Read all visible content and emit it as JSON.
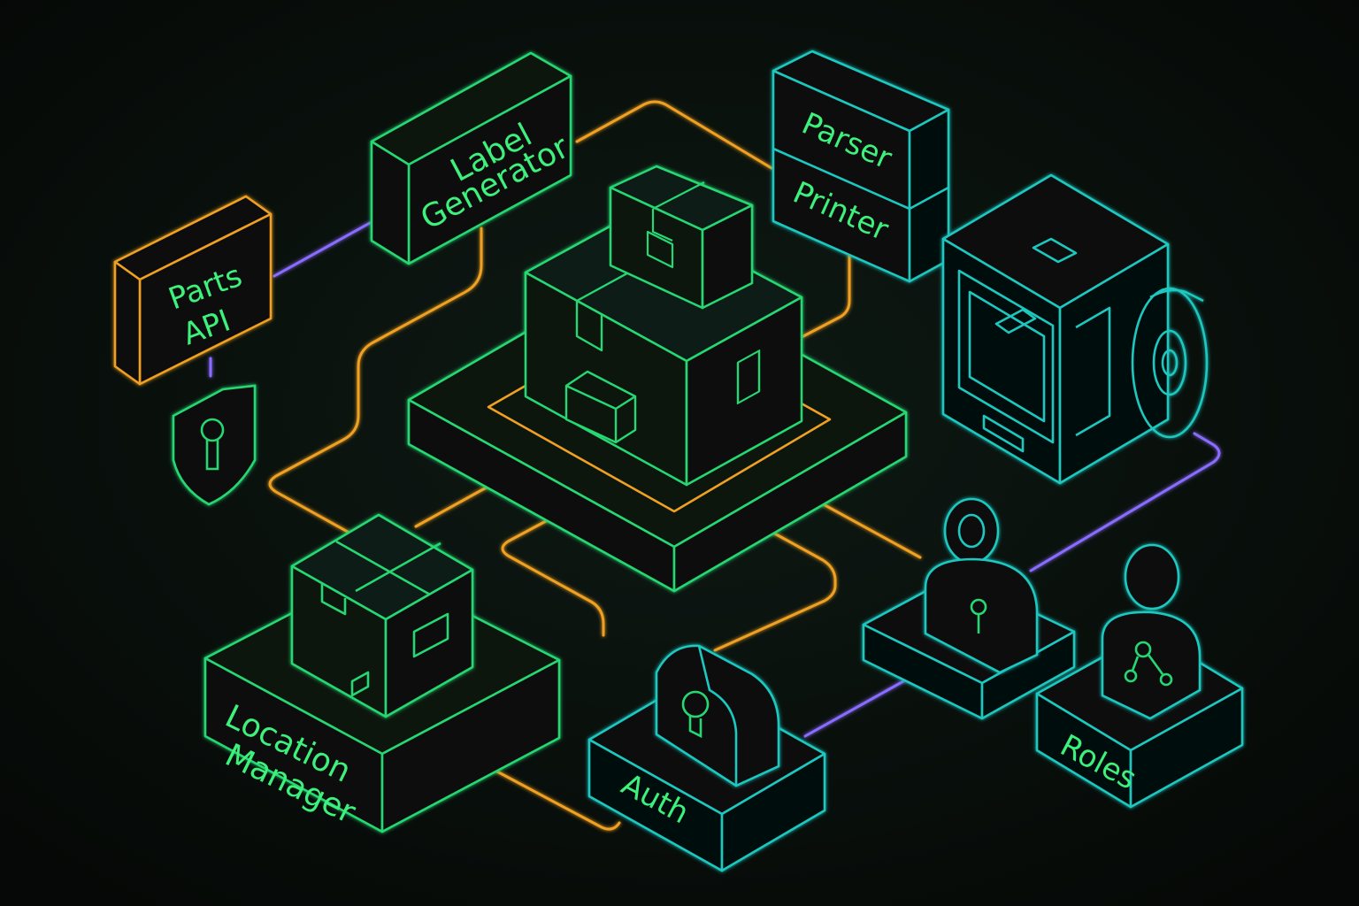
{
  "diagram": {
    "nodes": {
      "parts_api": {
        "line1": "Parts",
        "line2": "API"
      },
      "label_generator": {
        "line1": "Label",
        "line2": "Generator"
      },
      "parser": {
        "label": "Parser"
      },
      "printer": {
        "label": "Printer"
      },
      "location_manager": {
        "line1": "Location",
        "line2": "Manager"
      },
      "auth": {
        "label": "Auth"
      },
      "roles": {
        "label": "Roles"
      }
    },
    "icons": [
      "shield-lock-icon",
      "parcel-box-icon",
      "3d-printer-icon",
      "user-lock-icon",
      "user-share-icon",
      "padlock-icon"
    ]
  },
  "colors": {
    "background": "#060a08",
    "green": "#27d873",
    "cyan": "#1fc8c0",
    "orange": "#f0a020",
    "purple": "#8a6cff",
    "label": "#3ef07c"
  }
}
